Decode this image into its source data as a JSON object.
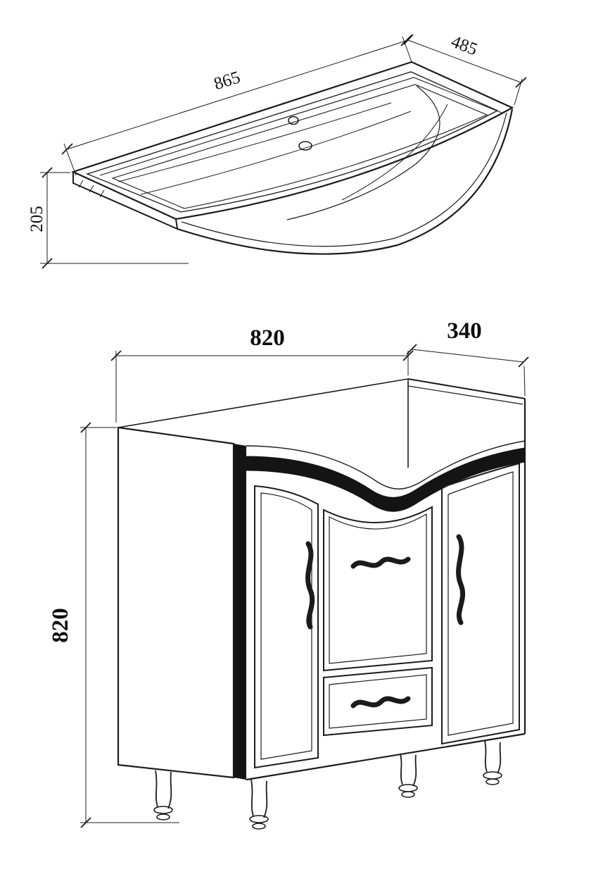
{
  "page": {
    "background": "#ffffff",
    "line_color": "#1b1b1b",
    "fill_dark": "#141414"
  },
  "sink": {
    "name": "washbasin-top-drawing",
    "dimensions": {
      "width": "865",
      "depth": "485",
      "height": "205"
    }
  },
  "cabinet": {
    "name": "vanity-cabinet-drawing",
    "dimensions": {
      "width": "820",
      "depth": "340",
      "height": "820"
    }
  }
}
